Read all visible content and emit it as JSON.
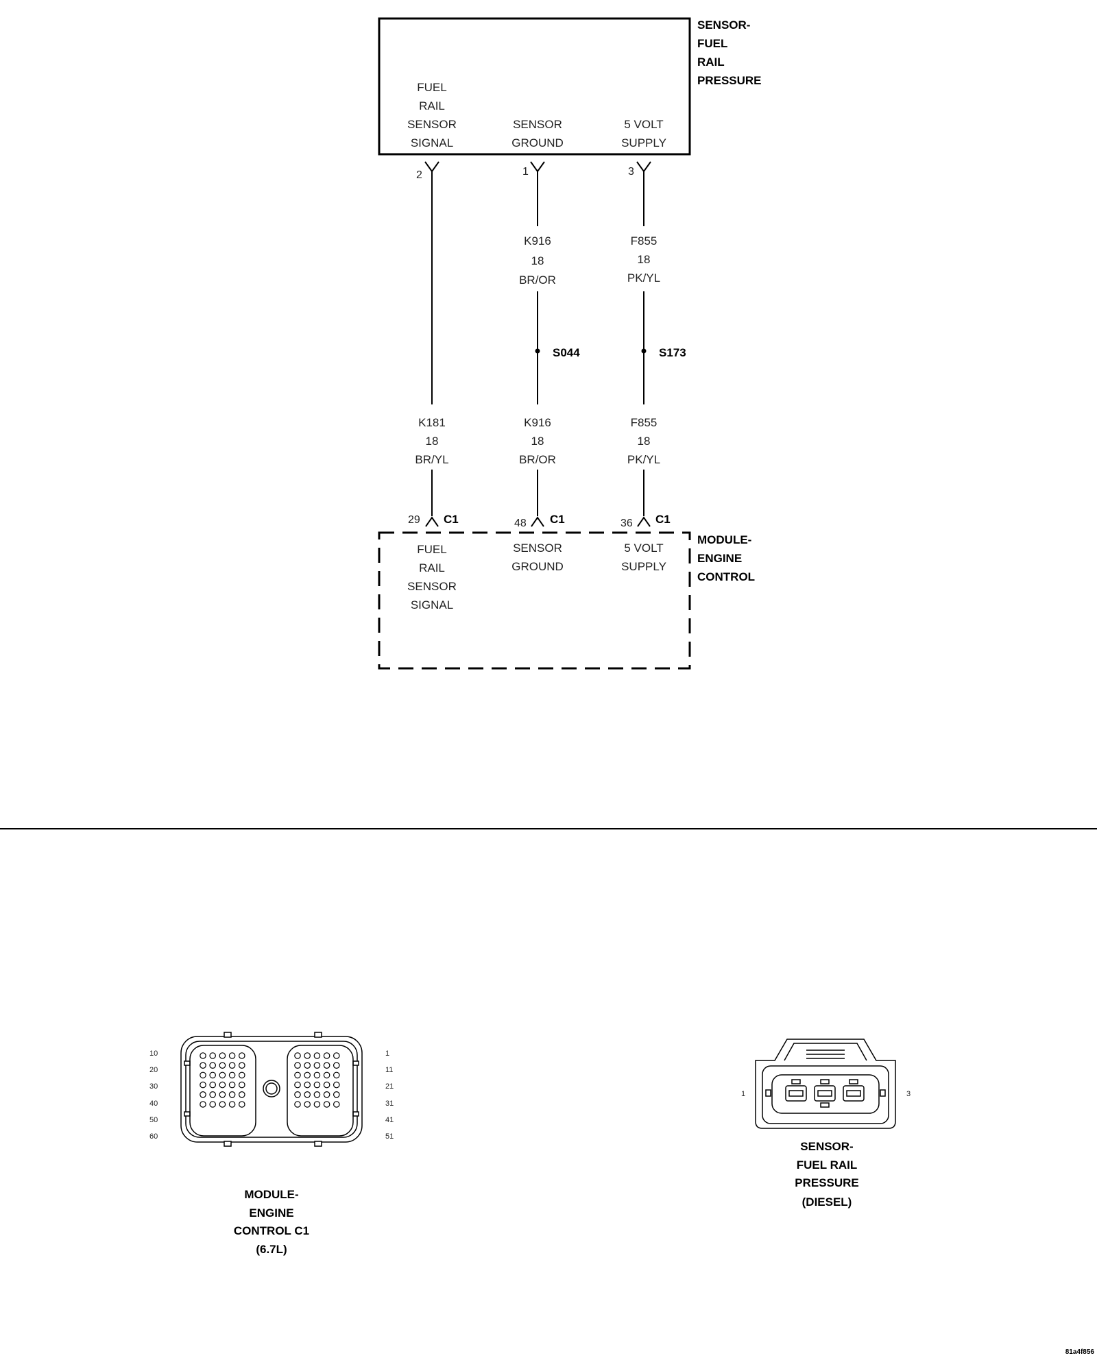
{
  "sensor": {
    "title": [
      "SENSOR-",
      "FUEL",
      "RAIL",
      "PRESSURE"
    ],
    "pins": [
      {
        "label": [
          "FUEL",
          "RAIL",
          "SENSOR",
          "SIGNAL"
        ],
        "number": "2"
      },
      {
        "label": [
          "SENSOR",
          "GROUND"
        ],
        "number": "1"
      },
      {
        "label": [
          "5 VOLT",
          "SUPPLY"
        ],
        "number": "3"
      }
    ]
  },
  "wires": {
    "upper": [
      {
        "circuit": "K916",
        "gauge": "18",
        "color": "BR/OR"
      },
      {
        "circuit": "F855",
        "gauge": "18",
        "color": "PK/YL"
      }
    ],
    "splices": [
      "S044",
      "S173"
    ],
    "lower": [
      {
        "circuit": "K181",
        "gauge": "18",
        "color": "BR/YL"
      },
      {
        "circuit": "K916",
        "gauge": "18",
        "color": "BR/OR"
      },
      {
        "circuit": "F855",
        "gauge": "18",
        "color": "PK/YL"
      }
    ]
  },
  "module": {
    "title": [
      "MODULE-",
      "ENGINE",
      "CONTROL"
    ],
    "pins": [
      {
        "number": "29",
        "connector": "C1",
        "label": [
          "FUEL",
          "RAIL",
          "SENSOR",
          "SIGNAL"
        ]
      },
      {
        "number": "48",
        "connector": "C1",
        "label": [
          "SENSOR",
          "GROUND"
        ]
      },
      {
        "number": "36",
        "connector": "C1",
        "label": [
          "5 VOLT",
          "SUPPLY"
        ]
      }
    ]
  },
  "pcm_connector": {
    "left_rows": [
      "10",
      "20",
      "30",
      "40",
      "50",
      "60"
    ],
    "right_rows": [
      "1",
      "11",
      "21",
      "31",
      "41",
      "51"
    ],
    "caption": [
      "MODULE-",
      "ENGINE",
      "CONTROL C1",
      "(6.7L)"
    ]
  },
  "sensor_connector": {
    "left_pin": "1",
    "right_pin": "3",
    "caption": [
      "SENSOR-",
      "FUEL RAIL",
      "PRESSURE",
      "(DIESEL)"
    ]
  },
  "figure_id": "81a4f856"
}
